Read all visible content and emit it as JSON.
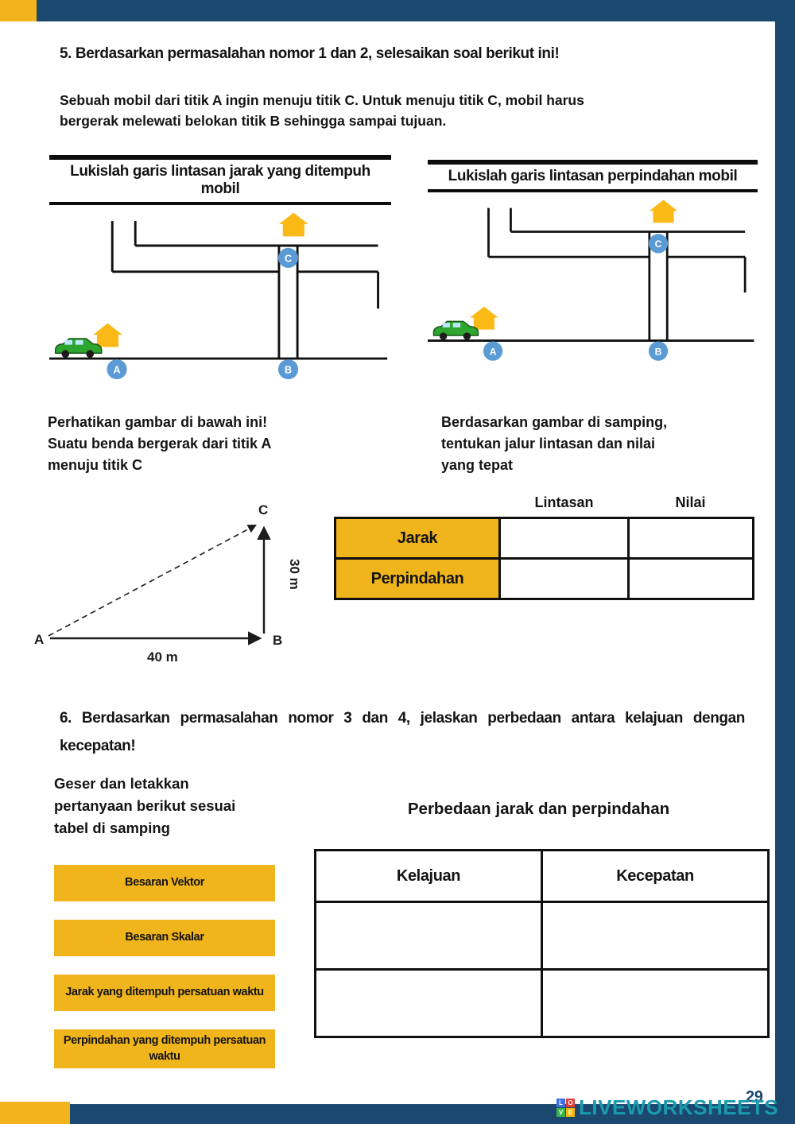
{
  "q5": {
    "heading": "5. Berdasarkan permasalahan nomor 1 dan 2, selesaikan soal berikut ini!",
    "intro_lines": [
      "Sebuah mobil dari titik A ingin menuju titik C. Untuk menuju titik C, mobil harus",
      "bergerak melewati belokan titik B sehingga sampai tujuan."
    ],
    "left_panel_title": "Lukislah garis lintasan jarak yang ditempuh mobil",
    "right_panel_title": "Lukislah garis lintasan perpindahan mobil"
  },
  "map": {
    "label_a": "A",
    "label_b": "B",
    "label_c": "C"
  },
  "observe": {
    "left_lines": [
      "Perhatikan gambar di bawah ini!",
      "Suatu benda bergerak dari titik A",
      "menuju titik C"
    ],
    "right_lines": [
      "Berdasarkan gambar di samping,",
      "tentukan jalur lintasan dan nilai",
      "yang tepat"
    ]
  },
  "triangle": {
    "label_a": "A",
    "label_b": "B",
    "label_c": "C",
    "base_label": "40 m",
    "height_label": "30 m"
  },
  "table1": {
    "headers": [
      "Lintasan",
      "Nilai"
    ],
    "row_labels": [
      "Jarak",
      "Perpindahan"
    ]
  },
  "q6": {
    "heading_lines": [
      "6. Berdasarkan permasalahan nomor 3 dan 4, jelaskan perbedaan antara kelajuan dengan",
      "kecepatan!"
    ],
    "drag_prompt_lines": [
      "Geser dan  letakkan",
      "pertanyaan berikut sesuai",
      "tabel di samping"
    ],
    "table_title": "Perbedaan jarak dan perpindahan",
    "drag_items": [
      "Besaran Vektor",
      "Besaran Skalar",
      "Jarak yang ditempuh persatuan waktu",
      "Perpindahan yang ditempuh persatuan waktu"
    ],
    "table_headers": [
      "Kelajuan",
      "Kecepatan"
    ]
  },
  "footer": {
    "page_number": "29",
    "brand": "LIVEWORKSHEETS",
    "logo_letters": [
      "L",
      "O",
      "V",
      "E"
    ]
  },
  "colors": {
    "navy": "#1A486E",
    "gold": "#F0B41C",
    "marker_blue": "#5B9BD5",
    "brand_teal": "#1A9AAE"
  }
}
